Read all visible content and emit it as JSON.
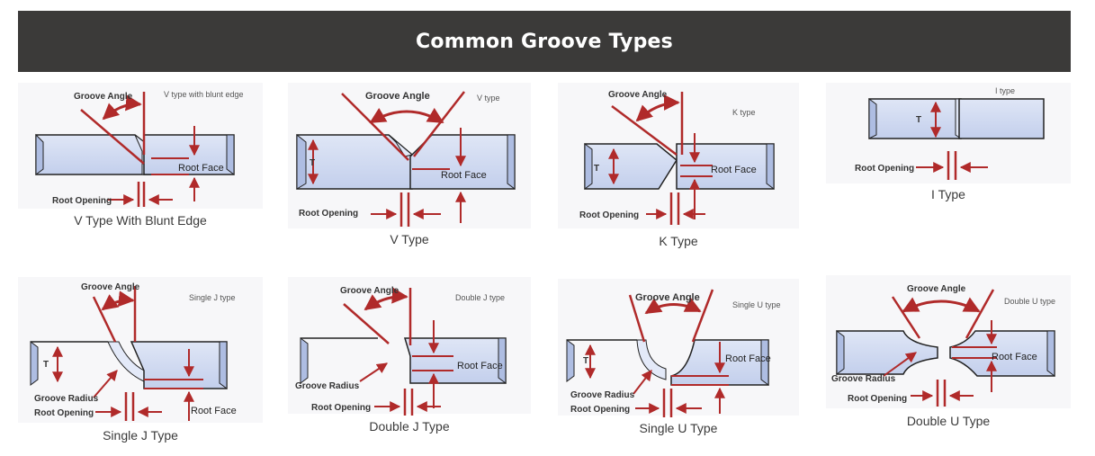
{
  "title": "Common Groove Types",
  "labels": {
    "groove_angle": "Groove Angle",
    "root_face": "Root Face",
    "root_opening": "Root Opening",
    "groove_radius": "Groove Radius",
    "thickness": "T"
  },
  "panels": [
    {
      "caption": "V Type With Blunt Edge",
      "tag": "V type with blunt edge"
    },
    {
      "caption": "V Type",
      "tag": "V type"
    },
    {
      "caption": "K Type",
      "tag": "K type"
    },
    {
      "caption": "I Type",
      "tag": "I type"
    },
    {
      "caption": "Single J Type",
      "tag": "Single J type"
    },
    {
      "caption": "Double J Type",
      "tag": "Double J type"
    },
    {
      "caption": "Single U Type",
      "tag": "Single U type"
    },
    {
      "caption": "Double U Type",
      "tag": "Double U type"
    }
  ],
  "colors": {
    "banner": "#3b3a39",
    "plate": "#c9d5ee",
    "plate_side": "#aebde2",
    "arrow": "#b02a2a"
  }
}
